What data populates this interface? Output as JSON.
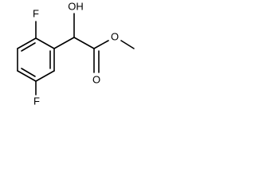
{
  "molecule": {
    "labels": {
      "fluorine_top": "F",
      "fluorine_bottom": "F",
      "hydroxyl": "OH",
      "carbonyl_oxygen": "O",
      "ester_oxygen": "O"
    },
    "colors": {
      "bond": "#000000",
      "label": "#000000",
      "background": "#ffffff"
    }
  }
}
